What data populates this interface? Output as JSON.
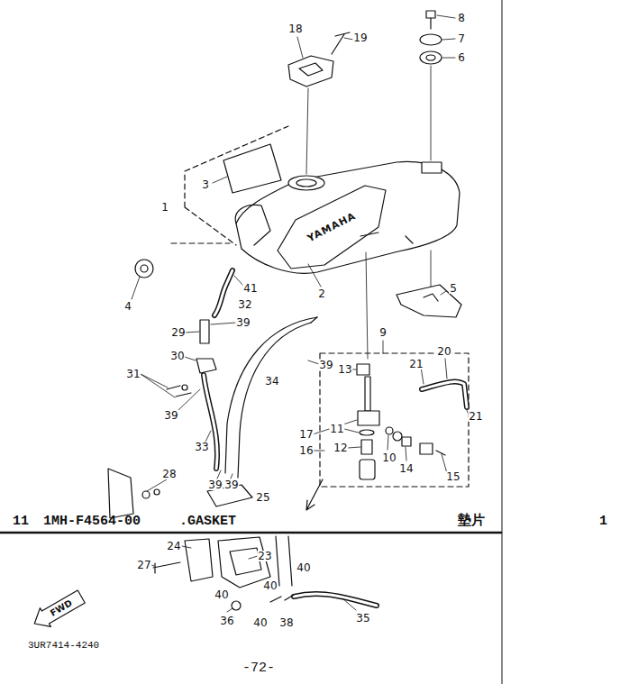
{
  "diagram": {
    "labels": [
      "18",
      "19",
      "8",
      "7",
      "6",
      "3",
      "1",
      "YAMAHA",
      "2",
      "4",
      "41",
      "5",
      "32",
      "29",
      "39",
      "30",
      "9",
      "20",
      "31",
      "39",
      "34",
      "13",
      "21",
      "39",
      "21",
      "11",
      "17",
      "12",
      "16",
      "10",
      "33",
      "14",
      "28",
      "39",
      "39",
      "15",
      "25",
      "11",
      "1MH-F4564-00",
      ".GASKET",
      "墊片",
      "1",
      "24",
      "23",
      "27",
      "40",
      "40",
      "40",
      "35",
      "FWD",
      "36",
      "40",
      "38",
      "3UR7414-4240",
      "-72-"
    ]
  }
}
